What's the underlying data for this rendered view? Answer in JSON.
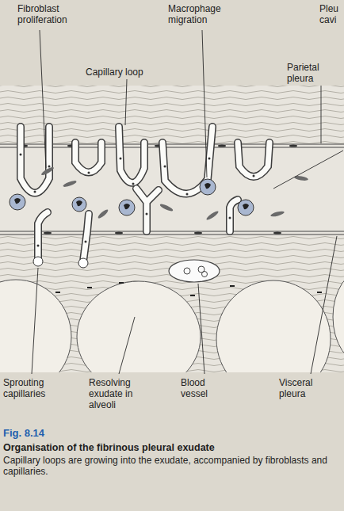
{
  "diagram": {
    "title": "Organisation of the fibrinous pleural exudate",
    "caption": "Capillary loops are growing into the exudate, accompanied by fibroblasts and capillaries.",
    "labels": [
      "Fibroblast proliferation",
      "Capillary loop",
      "Macrophage migration",
      "Pleu cavi",
      "Parietal pleura",
      "Sprouting capillaries",
      "Resolving exudate in alveoli",
      "Blood vessel",
      "Visceral pleura",
      "Fig. 8.14"
    ]
  }
}
